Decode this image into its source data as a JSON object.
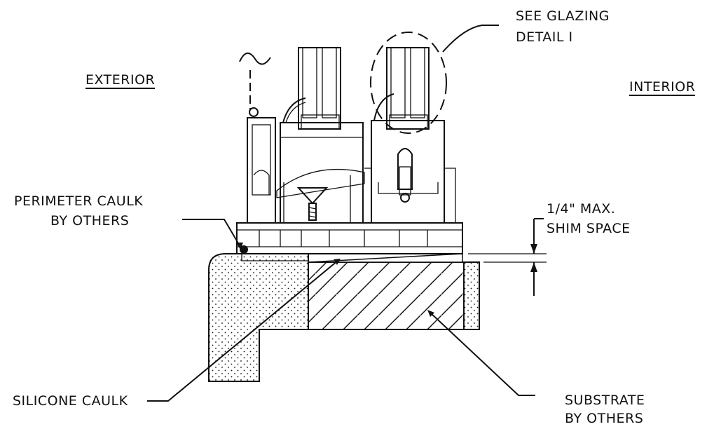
{
  "labels": {
    "exterior": "EXTERIOR",
    "interior": "INTERIOR",
    "see_glazing_1": "SEE GLAZING",
    "see_glazing_2": "DETAIL I",
    "perimeter_1": "PERIMETER CAULK",
    "perimeter_2": "BY OTHERS",
    "shim_1": "1/4\" MAX.",
    "shim_2": "SHIM SPACE",
    "silicone": "SILICONE CAULK",
    "substrate_1": "SUBSTRATE",
    "substrate_2": "BY OTHERS"
  }
}
